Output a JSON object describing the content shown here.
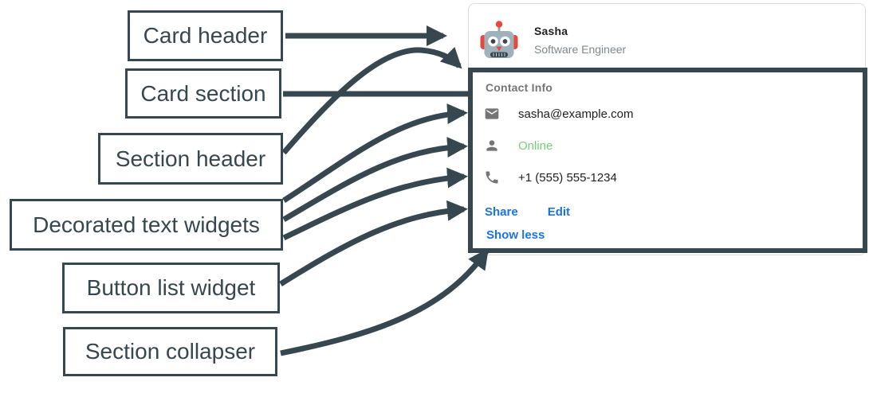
{
  "labels": [
    "Card header",
    "Card section",
    "Section header",
    "Decorated text widgets",
    "Button list widget",
    "Section collapser"
  ],
  "card": {
    "header": {
      "avatar_icon": "robot-avatar-icon",
      "name": "Sasha",
      "subtitle": "Software Engineer"
    },
    "section": {
      "title": "Contact Info",
      "rows": [
        {
          "icon": "email-icon",
          "text": "sasha@example.com"
        },
        {
          "icon": "person-icon",
          "text": "Online"
        },
        {
          "icon": "phone-icon",
          "text": "+1 (555) 555-1234"
        }
      ],
      "buttons": {
        "share": "Share",
        "edit": "Edit"
      },
      "collapser": "Show less"
    }
  },
  "colors": {
    "annotation": "#37474F",
    "link_blue": "#1A73E8",
    "online_green": "#77D077",
    "icon_gray": "#757575",
    "card_border": "#DADCE0"
  }
}
